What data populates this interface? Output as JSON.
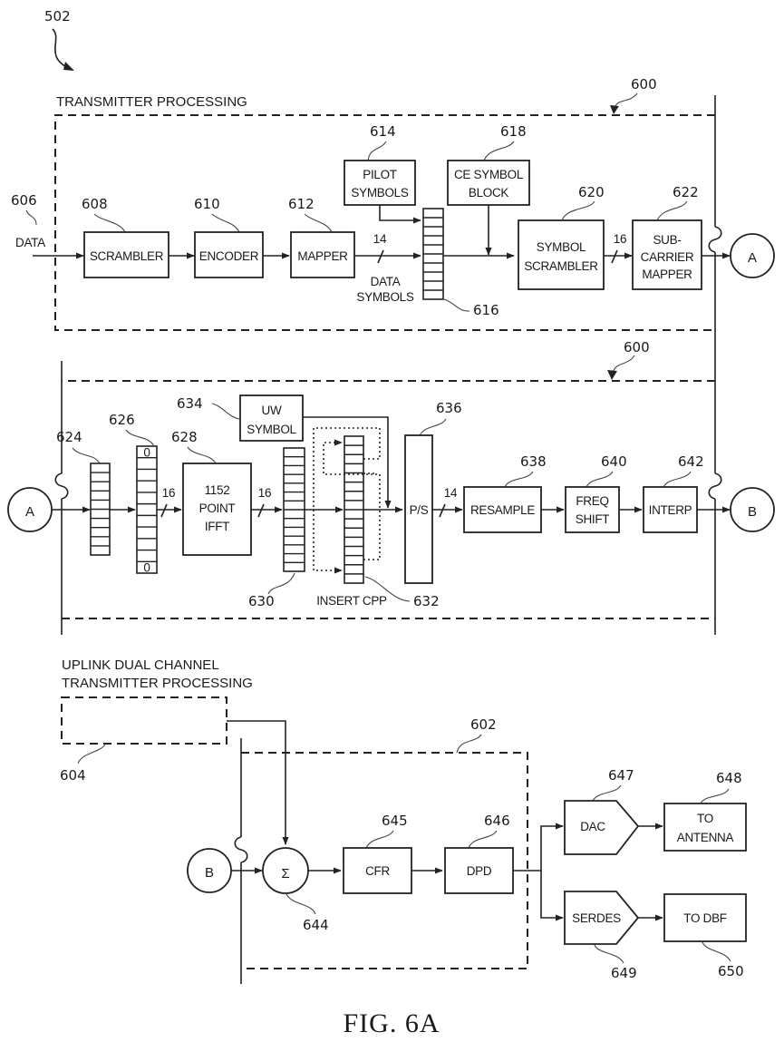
{
  "figure": {
    "caption": "FIG. 6A",
    "system_ref": "502"
  },
  "section_top": {
    "title": "TRANSMITTER PROCESSING",
    "container_ref": "600",
    "input": {
      "label": "DATA",
      "ref": "606"
    },
    "blocks": [
      {
        "id": "scrambler",
        "ref": "608",
        "lines": [
          "SCRAMBLER"
        ]
      },
      {
        "id": "encoder",
        "ref": "610",
        "lines": [
          "ENCODER"
        ]
      },
      {
        "id": "mapper",
        "ref": "612",
        "lines": [
          "MAPPER"
        ]
      },
      {
        "id": "pilot-symbols",
        "ref": "614",
        "lines": [
          "PILOT",
          "SYMBOLS"
        ]
      },
      {
        "id": "ce-symbol-block",
        "ref": "618",
        "lines": [
          "CE SYMBOL",
          "BLOCK"
        ]
      },
      {
        "id": "symbol-scrambler",
        "ref": "620",
        "lines": [
          "SYMBOL",
          "SCRAMBLER"
        ]
      },
      {
        "id": "subcarrier-mapper",
        "ref": "622",
        "lines": [
          "SUB-",
          "CARRIER",
          "MAPPER"
        ]
      }
    ],
    "register": {
      "ref": "616"
    },
    "bus_widths": {
      "mapper_out": "14",
      "scrambler_out": "16"
    },
    "data_symbols_label": [
      "DATA",
      "SYMBOLS"
    ],
    "connector_out": "A"
  },
  "section_middle": {
    "container_ref": "600",
    "connector_in": "A",
    "registers": [
      {
        "ref": "624"
      },
      {
        "ref": "626",
        "pad_top": "0",
        "pad_bottom": "0"
      },
      {
        "ref": "630"
      },
      {
        "ref": "632",
        "caption": "INSERT CPP"
      }
    ],
    "blocks": [
      {
        "id": "ifft",
        "ref": "628",
        "lines": [
          "1152",
          "POINT",
          "IFFT"
        ]
      },
      {
        "id": "uw-symbol",
        "ref": "634",
        "lines": [
          "UW",
          "SYMBOL"
        ]
      },
      {
        "id": "p-s",
        "ref": "636",
        "lines": [
          "P/S"
        ]
      },
      {
        "id": "resample",
        "ref": "638",
        "lines": [
          "RESAMPLE"
        ]
      },
      {
        "id": "freq-shift",
        "ref": "640",
        "lines": [
          "FREQ",
          "SHIFT"
        ]
      },
      {
        "id": "interp",
        "ref": "642",
        "lines": [
          "INTERP"
        ]
      }
    ],
    "bus_widths": {
      "pad_out": "16",
      "ifft_out": "16",
      "ps_out": "14"
    },
    "connector_out": "B"
  },
  "section_bottom": {
    "title_lines": [
      "UPLINK DUAL CHANNEL",
      "TRANSMITTER PROCESSING"
    ],
    "uplink_ref": "604",
    "container_ref": "602",
    "connector_in": "B",
    "summer": {
      "ref": "644",
      "symbol": "Σ"
    },
    "blocks": [
      {
        "id": "cfr",
        "ref": "645",
        "lines": [
          "CFR"
        ]
      },
      {
        "id": "dpd",
        "ref": "646",
        "lines": [
          "DPD"
        ]
      },
      {
        "id": "dac",
        "ref": "647",
        "lines": [
          "DAC"
        ]
      },
      {
        "id": "to-antenna",
        "ref": "648",
        "lines": [
          "TO",
          "ANTENNA"
        ]
      },
      {
        "id": "serdes",
        "ref": "649",
        "lines": [
          "SERDES"
        ]
      },
      {
        "id": "to-dbf",
        "ref": "650",
        "lines": [
          "TO DBF"
        ]
      }
    ]
  }
}
